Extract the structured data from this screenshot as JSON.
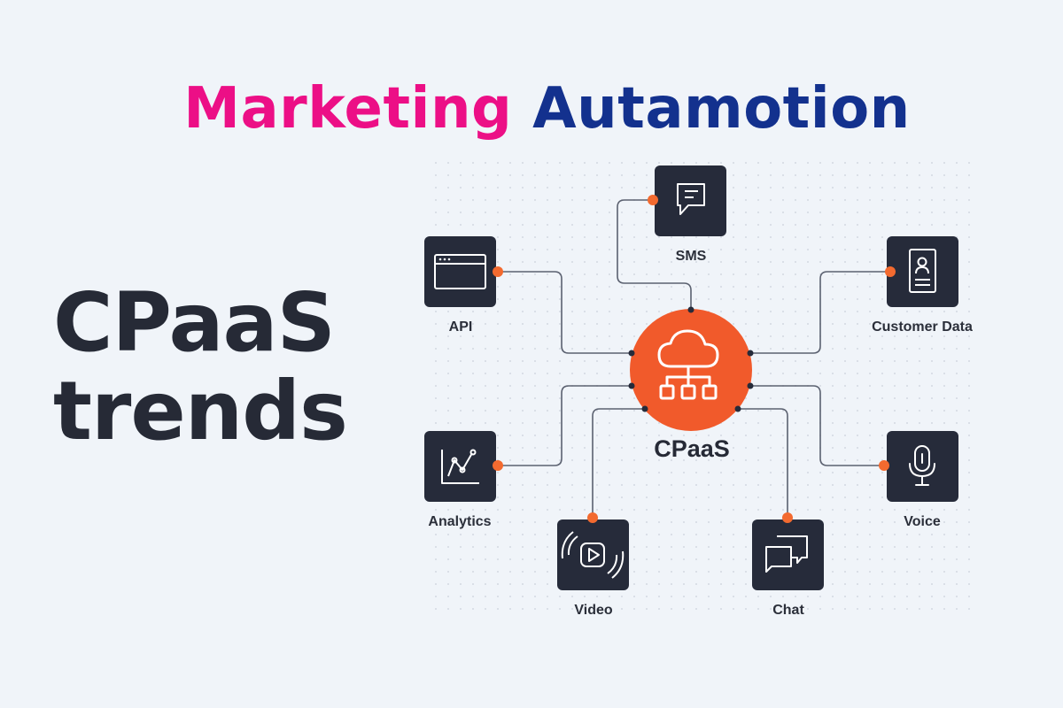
{
  "heading": {
    "word1": "Marketing",
    "word2": "Autamotion"
  },
  "side_title": {
    "line1": "CPaaS",
    "line2": "trends"
  },
  "hub": {
    "label": "CPaaS",
    "icon": "cloud-network-icon"
  },
  "nodes": [
    {
      "key": "sms",
      "label": "SMS",
      "icon": "message-icon"
    },
    {
      "key": "api",
      "label": "API",
      "icon": "browser-window-icon"
    },
    {
      "key": "customer-data",
      "label": "Customer Data",
      "icon": "contact-card-icon"
    },
    {
      "key": "analytics",
      "label": "Analytics",
      "icon": "line-chart-icon"
    },
    {
      "key": "voice",
      "label": "Voice",
      "icon": "microphone-icon"
    },
    {
      "key": "video",
      "label": "Video",
      "icon": "video-play-icon"
    },
    {
      "key": "chat",
      "label": "Chat",
      "icon": "chat-bubbles-icon"
    }
  ],
  "colors": {
    "hub": "#f15a2b",
    "tile": "#262b3a",
    "connector": "#f36a2f",
    "line": "#5b6170"
  }
}
